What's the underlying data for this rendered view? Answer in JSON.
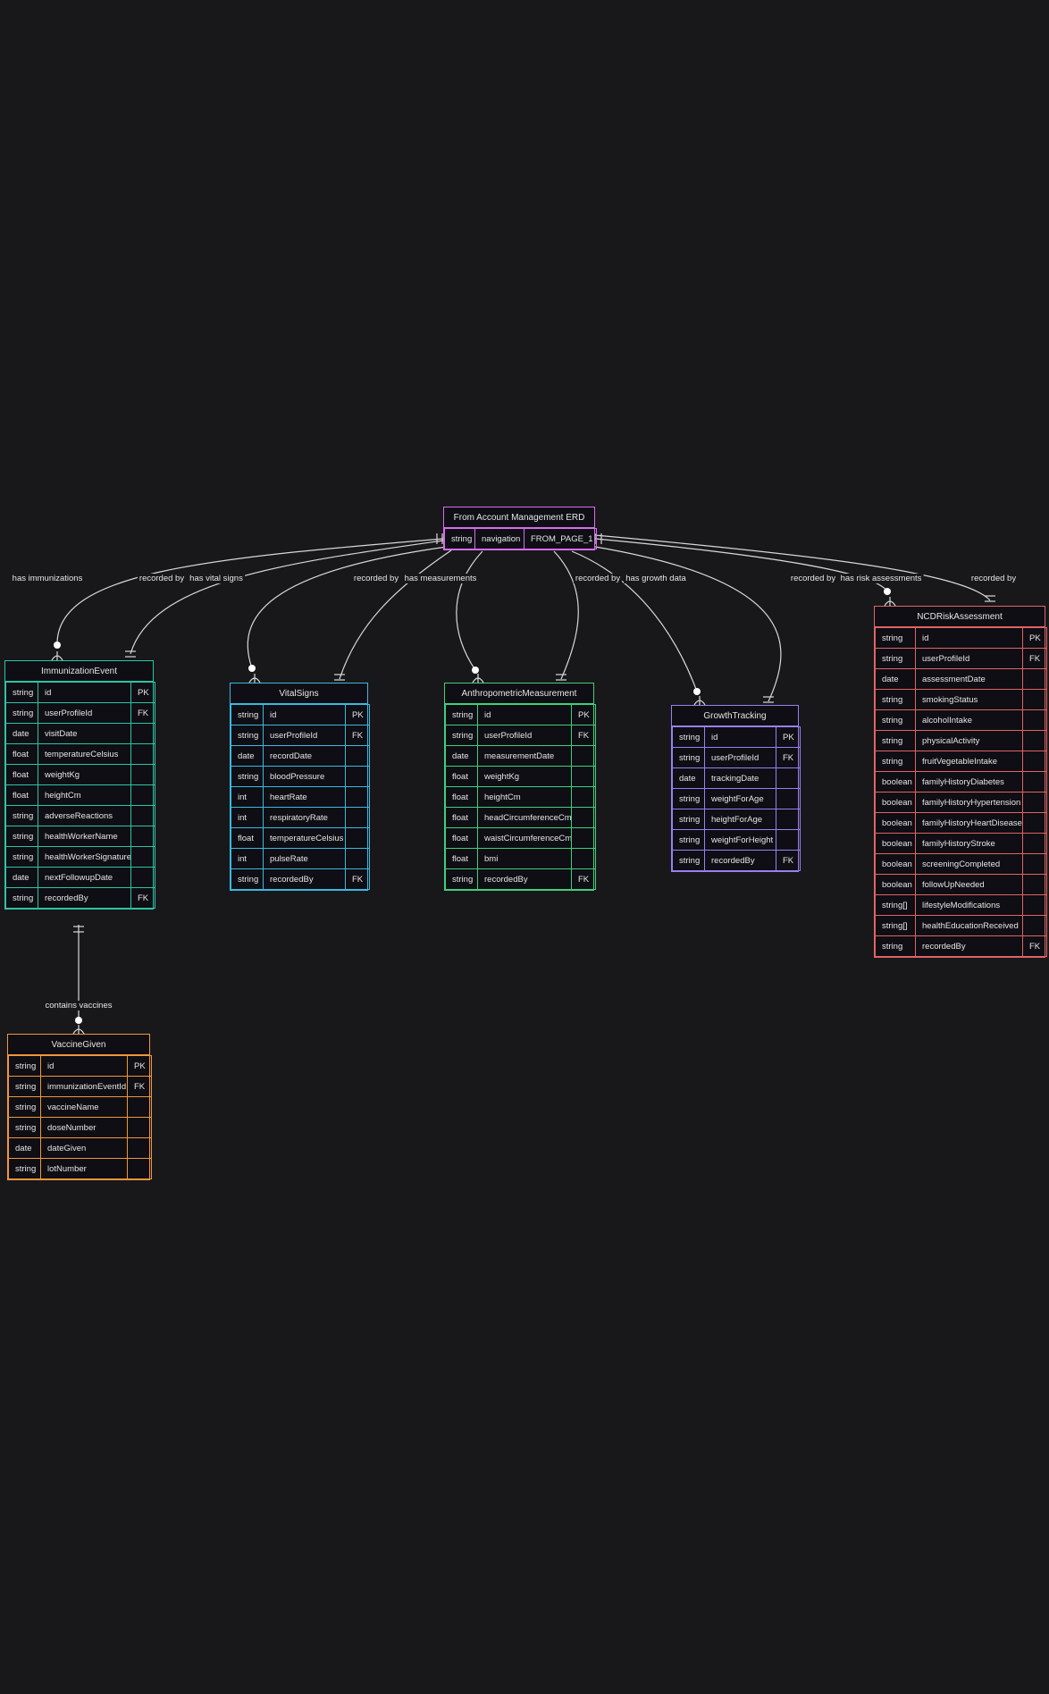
{
  "colors": {
    "background": "#18181b",
    "header": "#d96cf0",
    "immunization": "#2ec4a6",
    "vitals": "#3bb9e0",
    "anthro": "#3fd07a",
    "growth": "#9b7ff0",
    "ncd": "#e06464",
    "vaccine": "#f0963c",
    "line": "#d8d8d8"
  },
  "entities": [
    {
      "id": "from_account",
      "title": "From Account Management ERD",
      "color": "header",
      "rows": [
        [
          "string",
          "navigation",
          "FROM_PAGE_1"
        ]
      ]
    },
    {
      "id": "immunization",
      "title": "ImmunizationEvent",
      "color": "immunization",
      "rows": [
        [
          "string",
          "id",
          "PK"
        ],
        [
          "string",
          "userProfileId",
          "FK"
        ],
        [
          "date",
          "visitDate",
          ""
        ],
        [
          "float",
          "temperatureCelsius",
          ""
        ],
        [
          "float",
          "weightKg",
          ""
        ],
        [
          "float",
          "heightCm",
          ""
        ],
        [
          "string",
          "adverseReactions",
          ""
        ],
        [
          "string",
          "healthWorkerName",
          ""
        ],
        [
          "string",
          "healthWorkerSignature",
          ""
        ],
        [
          "date",
          "nextFollowupDate",
          ""
        ],
        [
          "string",
          "recordedBy",
          "FK"
        ]
      ]
    },
    {
      "id": "vitals",
      "title": "VitalSigns",
      "color": "vitals",
      "rows": [
        [
          "string",
          "id",
          "PK"
        ],
        [
          "string",
          "userProfileId",
          "FK"
        ],
        [
          "date",
          "recordDate",
          ""
        ],
        [
          "string",
          "bloodPressure",
          ""
        ],
        [
          "int",
          "heartRate",
          ""
        ],
        [
          "int",
          "respiratoryRate",
          ""
        ],
        [
          "float",
          "temperatureCelsius",
          ""
        ],
        [
          "int",
          "pulseRate",
          ""
        ],
        [
          "string",
          "recordedBy",
          "FK"
        ]
      ]
    },
    {
      "id": "anthro",
      "title": "AnthropometricMeasurement",
      "color": "anthro",
      "rows": [
        [
          "string",
          "id",
          "PK"
        ],
        [
          "string",
          "userProfileId",
          "FK"
        ],
        [
          "date",
          "measurementDate",
          ""
        ],
        [
          "float",
          "weightKg",
          ""
        ],
        [
          "float",
          "heightCm",
          ""
        ],
        [
          "float",
          "headCircumferenceCm",
          ""
        ],
        [
          "float",
          "waistCircumferenceCm",
          ""
        ],
        [
          "float",
          "bmi",
          ""
        ],
        [
          "string",
          "recordedBy",
          "FK"
        ]
      ]
    },
    {
      "id": "growth",
      "title": "GrowthTracking",
      "color": "growth",
      "rows": [
        [
          "string",
          "id",
          "PK"
        ],
        [
          "string",
          "userProfileId",
          "FK"
        ],
        [
          "date",
          "trackingDate",
          ""
        ],
        [
          "string",
          "weightForAge",
          ""
        ],
        [
          "string",
          "heightForAge",
          ""
        ],
        [
          "string",
          "weightForHeight",
          ""
        ],
        [
          "string",
          "recordedBy",
          "FK"
        ]
      ]
    },
    {
      "id": "ncd",
      "title": "NCDRiskAssessment",
      "color": "ncd",
      "rows": [
        [
          "string",
          "id",
          "PK"
        ],
        [
          "string",
          "userProfileId",
          "FK"
        ],
        [
          "date",
          "assessmentDate",
          ""
        ],
        [
          "string",
          "smokingStatus",
          ""
        ],
        [
          "string",
          "alcoholIntake",
          ""
        ],
        [
          "string",
          "physicalActivity",
          ""
        ],
        [
          "string",
          "fruitVegetableIntake",
          ""
        ],
        [
          "boolean",
          "familyHistoryDiabetes",
          ""
        ],
        [
          "boolean",
          "familyHistoryHypertension",
          ""
        ],
        [
          "boolean",
          "familyHistoryHeartDisease",
          ""
        ],
        [
          "boolean",
          "familyHistoryStroke",
          ""
        ],
        [
          "boolean",
          "screeningCompleted",
          ""
        ],
        [
          "boolean",
          "followUpNeeded",
          ""
        ],
        [
          "string[]",
          "lifestyleModifications",
          ""
        ],
        [
          "string[]",
          "healthEducationReceived",
          ""
        ],
        [
          "string",
          "recordedBy",
          "FK"
        ]
      ]
    },
    {
      "id": "vaccine",
      "title": "VaccineGiven",
      "color": "vaccine",
      "rows": [
        [
          "string",
          "id",
          "PK"
        ],
        [
          "string",
          "immunizationEventId",
          "FK"
        ],
        [
          "string",
          "vaccineName",
          ""
        ],
        [
          "string",
          "doseNumber",
          ""
        ],
        [
          "date",
          "dateGiven",
          ""
        ],
        [
          "string",
          "lotNumber",
          ""
        ]
      ]
    }
  ],
  "relationships": [
    {
      "label": "has immunizations",
      "to": "immunization"
    },
    {
      "label": "recorded by",
      "to": "immunization"
    },
    {
      "label": "has vital signs",
      "to": "vitals"
    },
    {
      "label": "recorded by",
      "to": "vitals"
    },
    {
      "label": "has measurements",
      "to": "anthro"
    },
    {
      "label": "recorded by",
      "to": "anthro"
    },
    {
      "label": "has growth data",
      "to": "growth"
    },
    {
      "label": "recorded by",
      "to": "growth"
    },
    {
      "label": "has risk assessments",
      "to": "ncd"
    },
    {
      "label": "recorded by",
      "to": "ncd"
    },
    {
      "label": "contains vaccines",
      "to": "vaccine"
    }
  ]
}
